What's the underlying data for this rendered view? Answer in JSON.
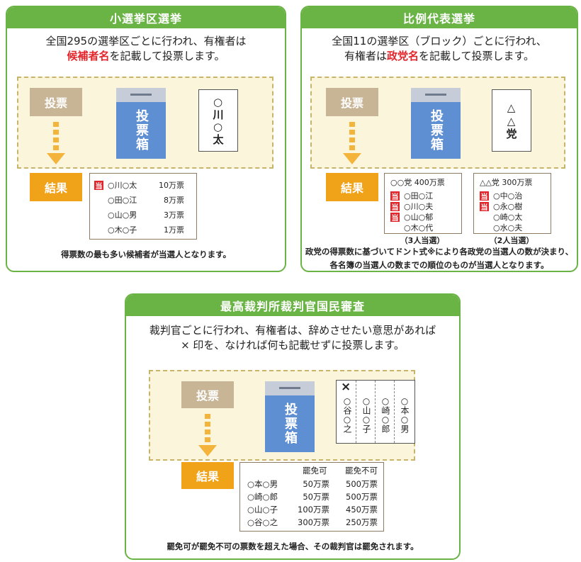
{
  "colors": {
    "green": "#6ab345",
    "red": "#e3262b",
    "orange": "#f0a219",
    "beige": "#c8b596",
    "blue": "#5f8fd3"
  },
  "common": {
    "vote_label": "投票",
    "result_label": "結果",
    "box_label": "投票箱"
  },
  "single": {
    "title": "小選挙区選挙",
    "desc_line1": "全国295の選挙区ごとに行われ、有権者は",
    "desc_line2_red": "候補者名",
    "desc_line2_rest": "を記載して投票します。",
    "ballot_text": "○川○太",
    "winner_badge": "当",
    "results": [
      {
        "name": "○川○太",
        "votes": "10万票",
        "winner": true
      },
      {
        "name": "○田○江",
        "votes": "8万票",
        "winner": false
      },
      {
        "name": "○山○男",
        "votes": "3万票",
        "winner": false
      },
      {
        "name": "○木○子",
        "votes": "1万票",
        "winner": false
      }
    ],
    "note": "得票数の最も多い候補者が当選人となります。"
  },
  "pr": {
    "title": "比例代表選挙",
    "desc_line1": "全国11の選挙区（ブロック）ごとに行われ、",
    "desc_line2_pre": "有権者は",
    "desc_line2_red": "政党名",
    "desc_line2_rest": "を記載して投票します。",
    "ballot_text": "△△党",
    "winner_badge": "当",
    "party1": {
      "header": "○○党 400万票",
      "members": [
        {
          "name": "○田○江",
          "winner": true
        },
        {
          "name": "○川○夫",
          "winner": true
        },
        {
          "name": "○山○郁",
          "winner": true
        },
        {
          "name": "○木○代",
          "winner": false
        }
      ],
      "caption": "（3人当選）"
    },
    "party2": {
      "header": "△△党 300万票",
      "members": [
        {
          "name": "○中○治",
          "winner": true
        },
        {
          "name": "○永○樹",
          "winner": true
        },
        {
          "name": "○崎○太",
          "winner": false
        },
        {
          "name": "○水○夫",
          "winner": false
        }
      ],
      "caption": "（2人当選）"
    },
    "note_line1": "政党の得票数に基づいてドント式※により各政党の当選人の数が決まり、",
    "note_line2": "各名簿の当選人の数までの順位のものが当選人となります。"
  },
  "review": {
    "title": "最高裁判所裁判官国民審査",
    "desc_line1": "裁判官ごとに行われ、有権者は、辞めさせたい意思があれば",
    "desc_line2": "× 印を、なければ何も記載せずに投票します。",
    "x_mark": "×",
    "judges_on_ballot": [
      "○谷○之",
      "○山○子",
      "○崎○郎",
      "○本○男"
    ],
    "table": {
      "col_dismiss": "罷免可",
      "col_not_dismiss": "罷免不可",
      "rows": [
        {
          "name": "○本○男",
          "dismiss": "50万票",
          "not_dismiss": "500万票"
        },
        {
          "name": "○崎○郎",
          "dismiss": "50万票",
          "not_dismiss": "500万票"
        },
        {
          "name": "○山○子",
          "dismiss": "100万票",
          "not_dismiss": "450万票"
        },
        {
          "name": "○谷○之",
          "dismiss": "300万票",
          "not_dismiss": "250万票"
        }
      ]
    },
    "note": "罷免可が罷免不可の票数を超えた場合、その裁判官は罷免されます。"
  }
}
